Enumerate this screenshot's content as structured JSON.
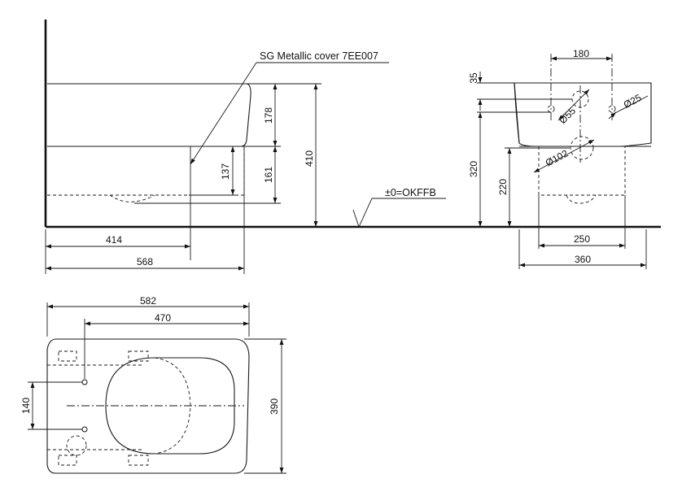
{
  "annotations": {
    "cover_label": "SG Metallic cover 7EE007",
    "floor_label": "±0=OKFFB"
  },
  "side_view": {
    "dim_178": "178",
    "dim_410": "410",
    "dim_137": "137",
    "dim_161": "161",
    "dim_414": "414",
    "dim_568": "568"
  },
  "front_view": {
    "dim_180": "180",
    "dim_35": "35",
    "dim_320": "320",
    "dim_220": "220",
    "dim_250": "250",
    "dim_360": "360",
    "dia_55": "Ø55",
    "dia_25": "Ø25",
    "dia_102": "Ø102"
  },
  "top_view": {
    "dim_582": "582",
    "dim_470": "470",
    "dim_140": "140",
    "dim_390": "390"
  }
}
